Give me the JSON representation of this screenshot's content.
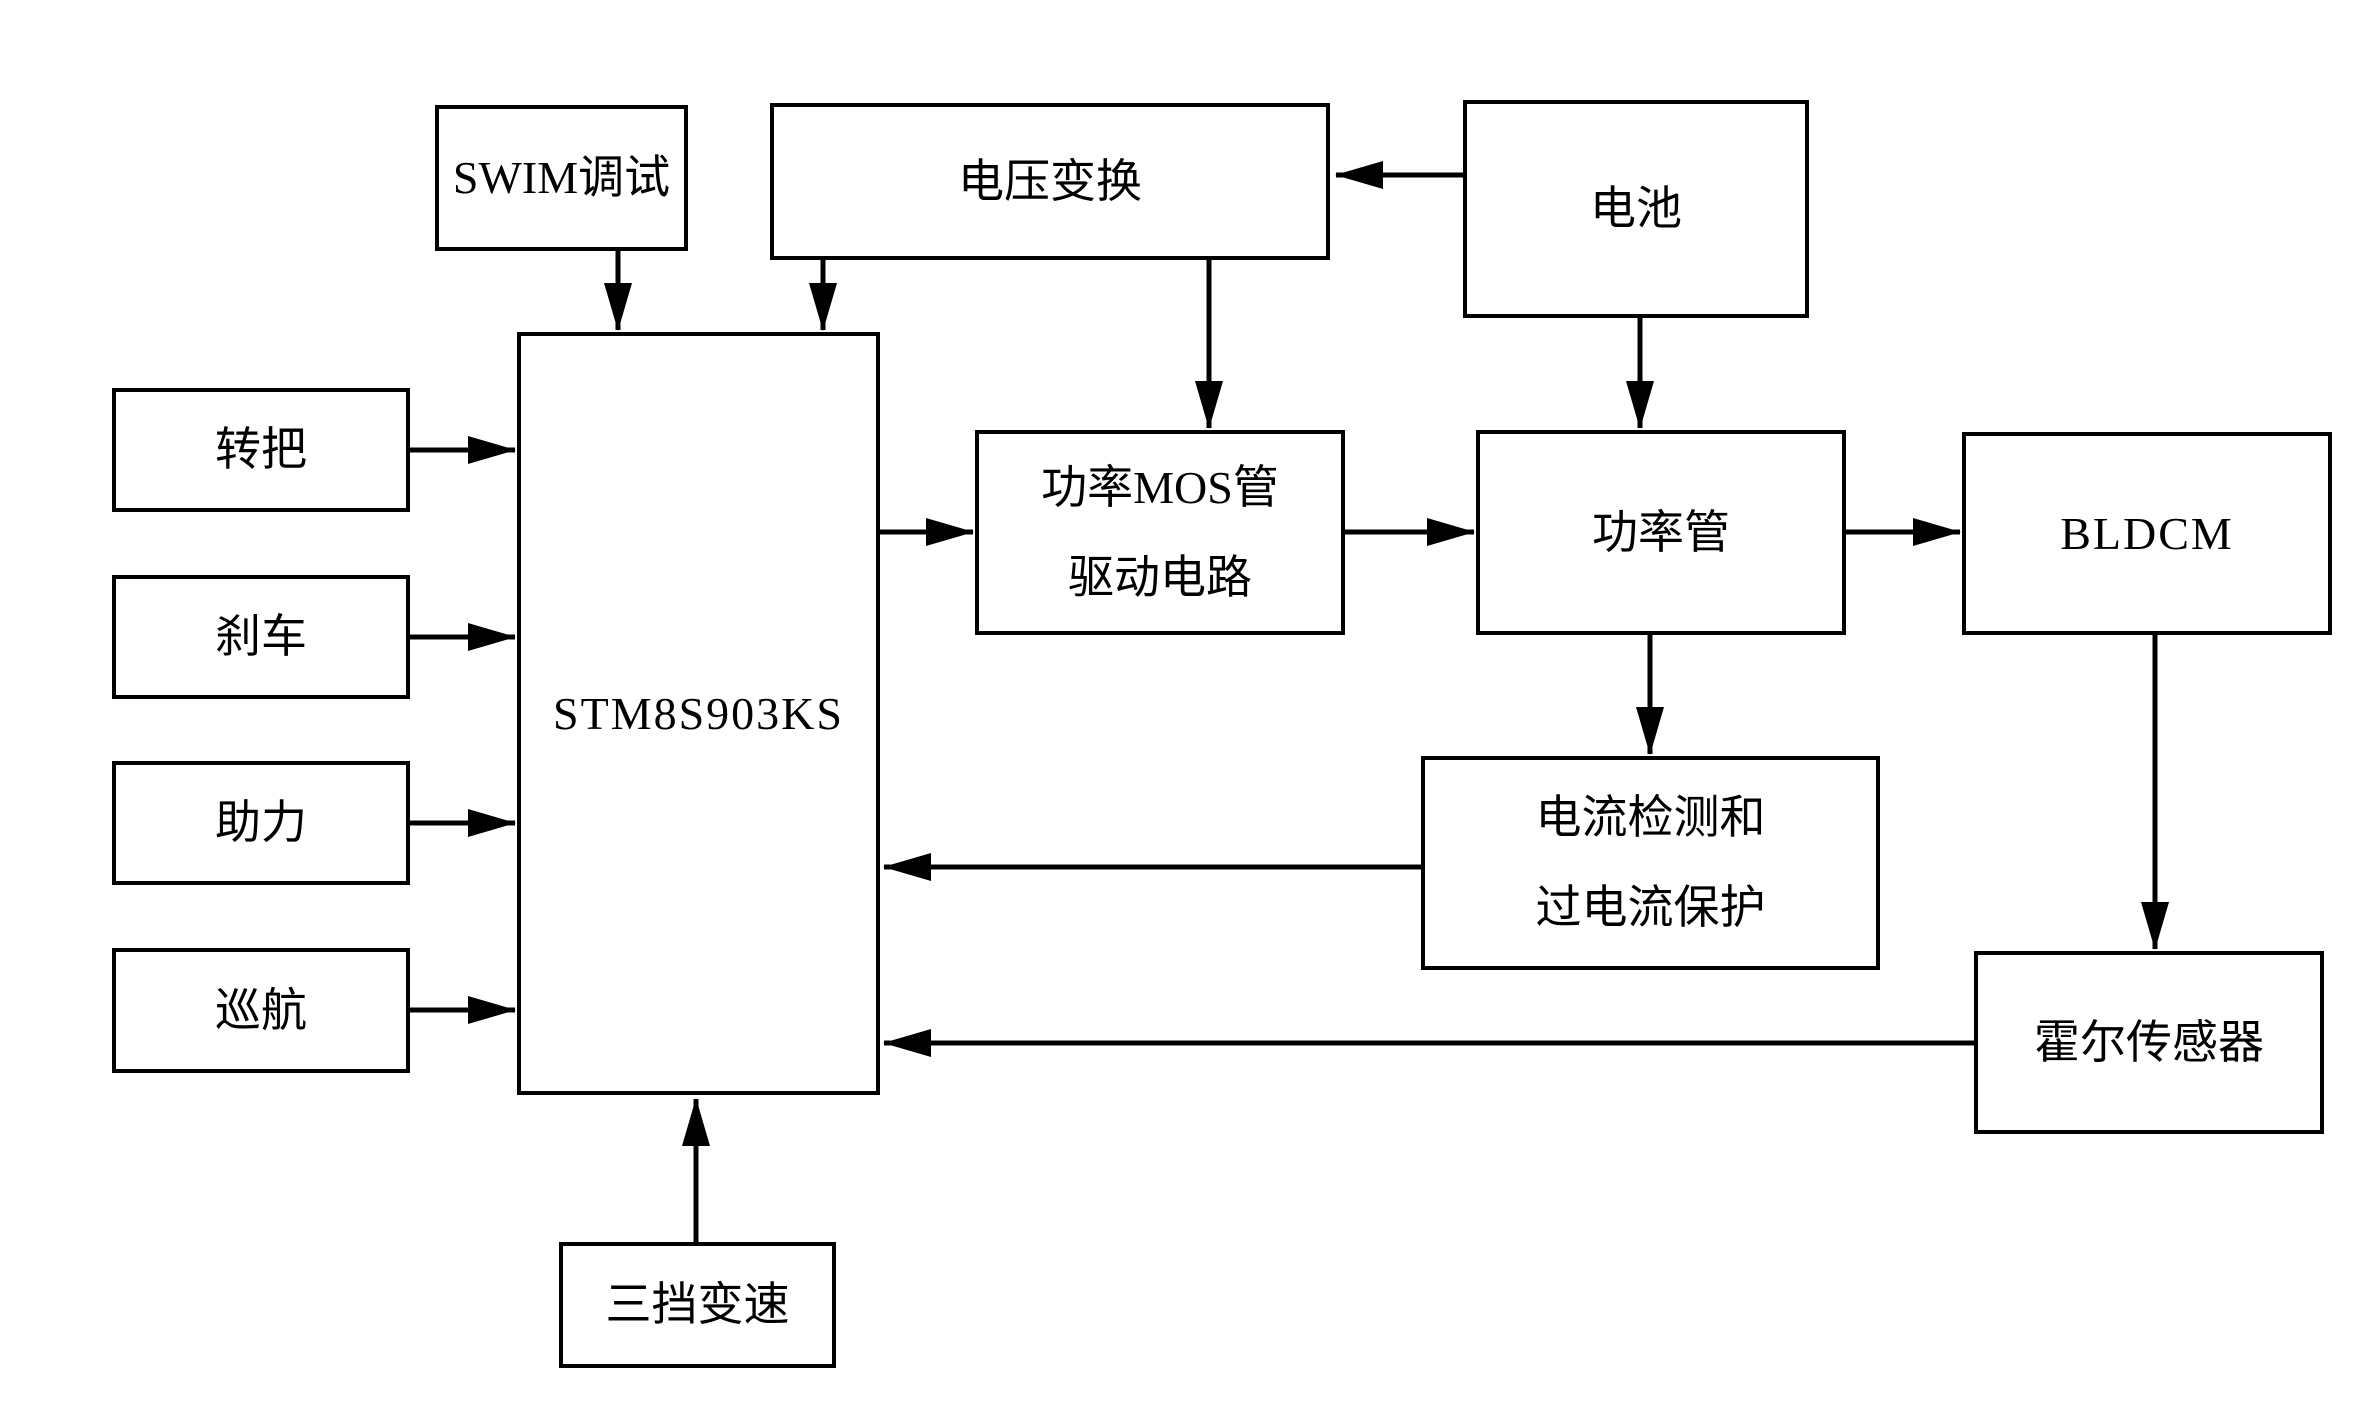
{
  "diagram": {
    "kind": "block-diagram",
    "nodes": {
      "swim": {
        "label": "SWIM调试"
      },
      "voltage": {
        "label": "电压变换"
      },
      "battery": {
        "label": "电池"
      },
      "throttle": {
        "label": "转把"
      },
      "brake": {
        "label": "刹车"
      },
      "assist": {
        "label": "助力"
      },
      "cruise": {
        "label": "巡航"
      },
      "mcu": {
        "label": "STM8S903KS"
      },
      "mosdrv": {
        "lines": [
          "功率MOS管",
          "驱动电路"
        ]
      },
      "power": {
        "label": "功率管"
      },
      "bldcm": {
        "label": "BLDCM"
      },
      "currprot": {
        "lines": [
          "电流检测和",
          "过电流保护"
        ]
      },
      "hall": {
        "label": "霍尔传感器"
      },
      "gear": {
        "label": "三挡变速"
      }
    },
    "edges": [
      {
        "from": "battery",
        "to": "voltage"
      },
      {
        "from": "swim",
        "to": "mcu"
      },
      {
        "from": "voltage",
        "to": "mcu"
      },
      {
        "from": "voltage",
        "to": "mosdrv"
      },
      {
        "from": "battery",
        "to": "power"
      },
      {
        "from": "throttle",
        "to": "mcu"
      },
      {
        "from": "brake",
        "to": "mcu"
      },
      {
        "from": "assist",
        "to": "mcu"
      },
      {
        "from": "cruise",
        "to": "mcu"
      },
      {
        "from": "mcu",
        "to": "mosdrv"
      },
      {
        "from": "mosdrv",
        "to": "power"
      },
      {
        "from": "power",
        "to": "bldcm"
      },
      {
        "from": "power",
        "to": "currprot"
      },
      {
        "from": "currprot",
        "to": "mcu"
      },
      {
        "from": "bldcm",
        "to": "hall"
      },
      {
        "from": "hall",
        "to": "mcu"
      },
      {
        "from": "gear",
        "to": "mcu"
      }
    ],
    "colors": {
      "line": "#000000",
      "background": "#ffffff",
      "box_fill": "#ffffff",
      "text": "#000000"
    }
  }
}
